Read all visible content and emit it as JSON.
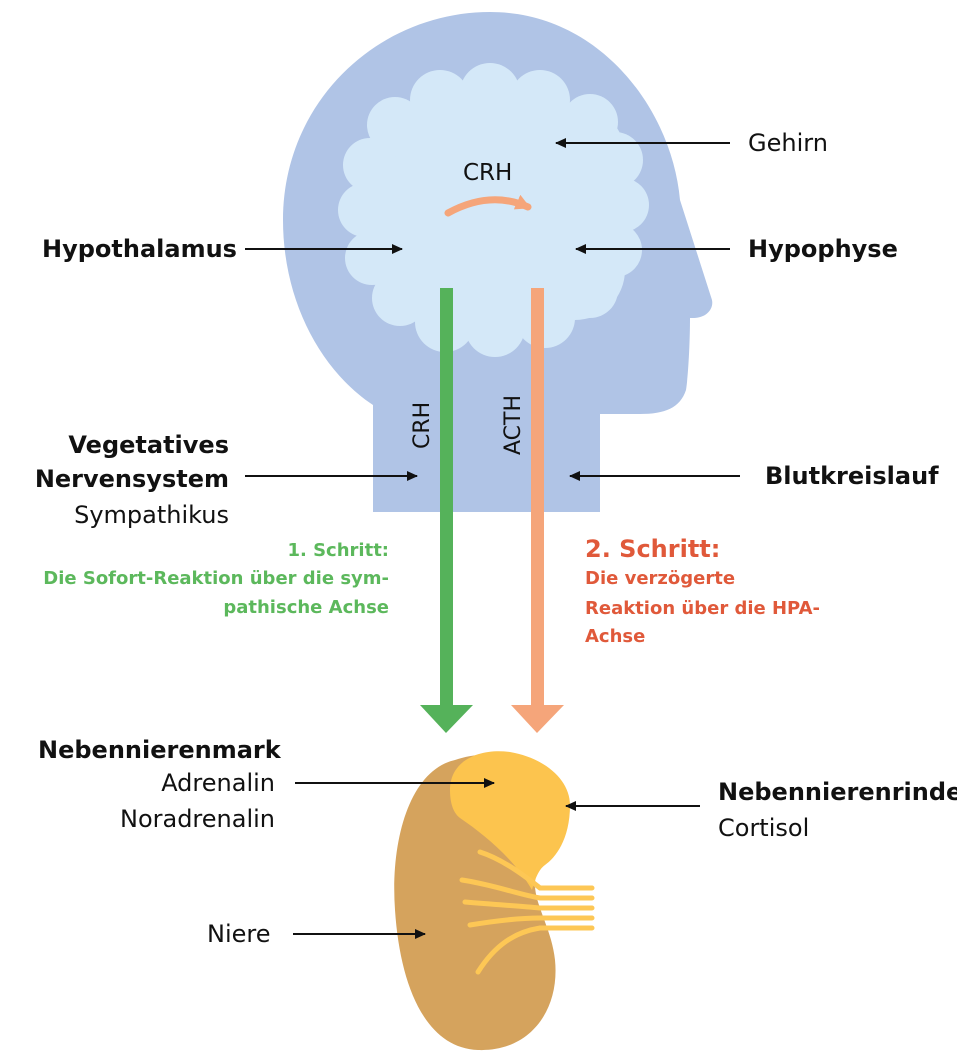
{
  "labels": {
    "gehirn": "Gehirn",
    "crh_top": "CRH",
    "hypothalamus": "Hypothalamus",
    "hypophyse": "Hypophyse",
    "crh_vertical": "CRH",
    "acth_vertical": "ACTH",
    "vegetatives_line1": "Vegetatives",
    "vegetatives_line2": "Nervensystem",
    "sympathikus": "Sympathikus",
    "blutkreislauf": "Blutkreislauf",
    "nebennierenmark": "Nebennierenmark",
    "adrenalin": "Adrenalin",
    "noradrenalin": "Noradrenalin",
    "nebennierenrinde": "Nebennierenrinde",
    "cortisol": "Cortisol",
    "niere": "Niere"
  },
  "steps": {
    "step1": {
      "title": "1. Schritt:",
      "line1": "Die Sofort-Reaktion über die sym-",
      "line2": "pathische Achse"
    },
    "step2": {
      "title": "2. Schritt:",
      "line1": "Die verzögerte",
      "line2": "Reaktion über die HPA-",
      "line3": "Achse"
    }
  },
  "colors": {
    "head": "#b0c4e6",
    "brain": "#d4e8f8",
    "green_arrow": "#55b25a",
    "orange_arrow": "#f5a57a",
    "orange_text": "#e0593a",
    "green_text": "#5cb85c",
    "kidney": "#d5a35d",
    "adrenal": "#fcc44e",
    "vessels": "#fdc755"
  }
}
